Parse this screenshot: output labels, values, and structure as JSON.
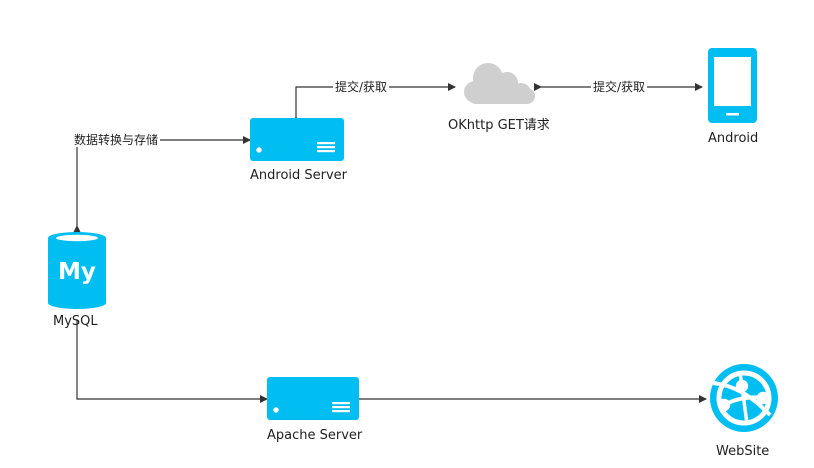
{
  "colors": {
    "accent": "#00bef2",
    "cloud": "#cfcfcf",
    "line": "#333333",
    "icon_text": "#ffffff"
  },
  "nodes": {
    "android": {
      "label": "Android",
      "icon": "smartphone-icon"
    },
    "cloud": {
      "label": "OKhttp GET请求",
      "icon": "cloud-icon"
    },
    "android_server": {
      "label": "Android Server",
      "icon": "server-icon"
    },
    "mysql": {
      "label": "MySQL",
      "icon": "mysql-database-icon",
      "icon_text": "My"
    },
    "apache_server": {
      "label": "Apache Server",
      "icon": "server-icon"
    },
    "website": {
      "label": "WebSite",
      "icon": "website-globe-icon"
    }
  },
  "edges": {
    "server_cloud": {
      "label": "提交/获取"
    },
    "cloud_android": {
      "label": "提交/获取"
    },
    "mysql_server": {
      "label": "数据转换与存储"
    }
  }
}
